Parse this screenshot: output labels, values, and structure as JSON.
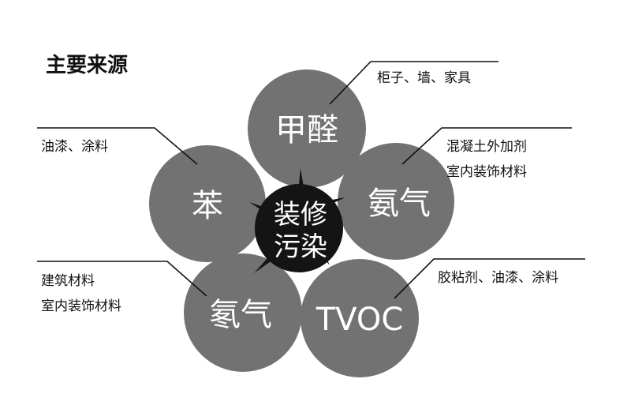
{
  "title": "主要来源",
  "center": {
    "lines": [
      "装修",
      "污染"
    ]
  },
  "pollutants": [
    {
      "id": "formaldehyde",
      "label": "甲醛",
      "sources": [
        "柜子、墙、家具"
      ]
    },
    {
      "id": "ammonia",
      "label": "氨气",
      "sources": [
        "混凝土外加剂",
        "室内装饰材料"
      ]
    },
    {
      "id": "tvoc",
      "label": "TVOC",
      "sources": [
        "胶粘剂、油漆、涂料"
      ]
    },
    {
      "id": "radon",
      "label": "氡气",
      "sources": [
        "建筑材料",
        "室内装饰材料"
      ]
    },
    {
      "id": "benzene",
      "label": "苯",
      "sources": [
        "油漆、涂料"
      ]
    }
  ],
  "watermark": {
    "mark": "®"
  },
  "colors": {
    "petal": "#727272",
    "center": "#141414",
    "text": "#111111"
  }
}
